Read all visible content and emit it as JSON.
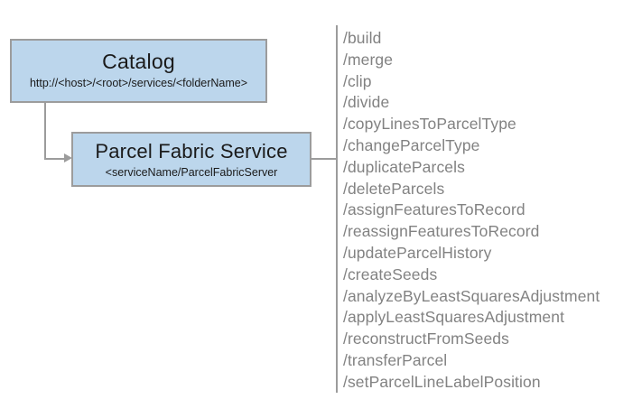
{
  "diagram": {
    "type": "service-architecture-diagram",
    "colors": {
      "node_fill": "#bcd6ec",
      "node_border": "#9c9c9c",
      "connector": "#9c9c9c",
      "operation_text": "#828282",
      "node_text": "#1a1a1a",
      "background": "#ffffff"
    },
    "nodes": [
      {
        "id": "catalog",
        "title": "Catalog",
        "subtitle": "http://<host>/<root>/services/<folderName>"
      },
      {
        "id": "parcel-fabric-service",
        "title": "Parcel Fabric Service",
        "subtitle": "<serviceName/ParcelFabricServer"
      }
    ],
    "operations": [
      "/build",
      "/merge",
      "/clip",
      "/divide",
      "/copyLinesToParcelType",
      "/changeParcelType",
      "/duplicateParcels",
      "/deleteParcels",
      "/assignFeaturesToRecord",
      "/reassignFeaturesToRecord",
      "/updateParcelHistory",
      "/createSeeds",
      "/analyzeByLeastSquaresAdjustment",
      "/applyLeastSquaresAdjustment",
      "/reconstructFromSeeds",
      "/transferParcel",
      "/setParcelLineLabelPosition"
    ]
  }
}
